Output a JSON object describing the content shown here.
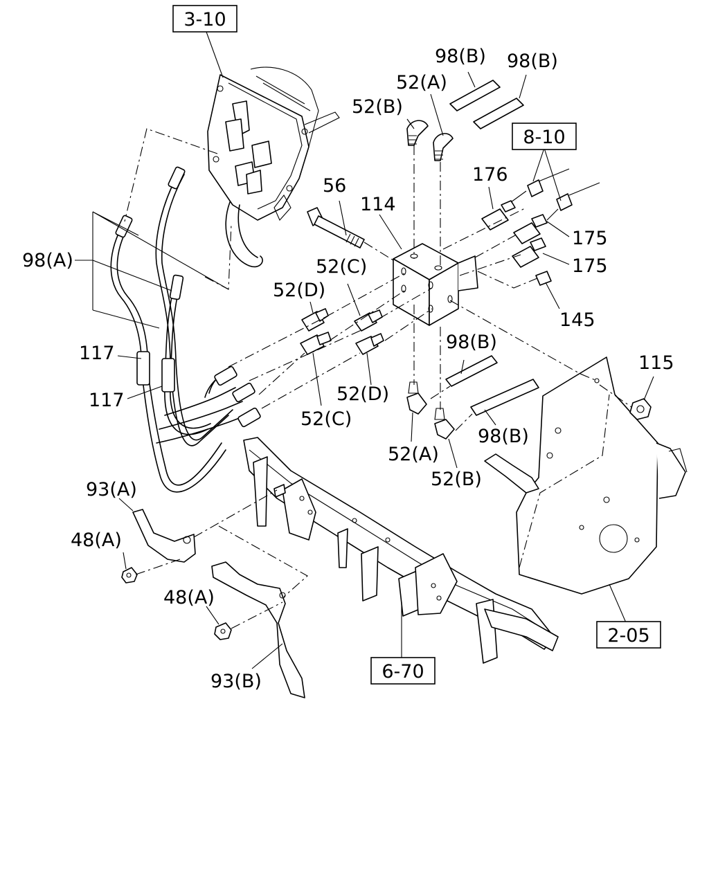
{
  "refs": {
    "r1": "3-10",
    "r2": "8-10",
    "r3": "2-05",
    "r4": "6-70"
  },
  "labels": {
    "p98b_1": "98(B)",
    "p98b_2": "98(B)",
    "p52a_top": "52(A)",
    "p52b_top": "52(B)",
    "p176": "176",
    "p56": "56",
    "p114": "114",
    "p175_1": "175",
    "p175_2": "175",
    "p98a": "98(A)",
    "p52c_top": "52(C)",
    "p52d_top": "52(D)",
    "p145": "145",
    "p98b_3": "98(B)",
    "p117_1": "117",
    "p117_2": "117",
    "p115": "115",
    "p52d_bot": "52(D)",
    "p52c_bot": "52(C)",
    "p98b_4": "98(B)",
    "p52a_bot": "52(A)",
    "p52b_bot": "52(B)",
    "p93a": "93(A)",
    "p48a_1": "48(A)",
    "p48a_2": "48(A)",
    "p93b": "93(B)"
  }
}
